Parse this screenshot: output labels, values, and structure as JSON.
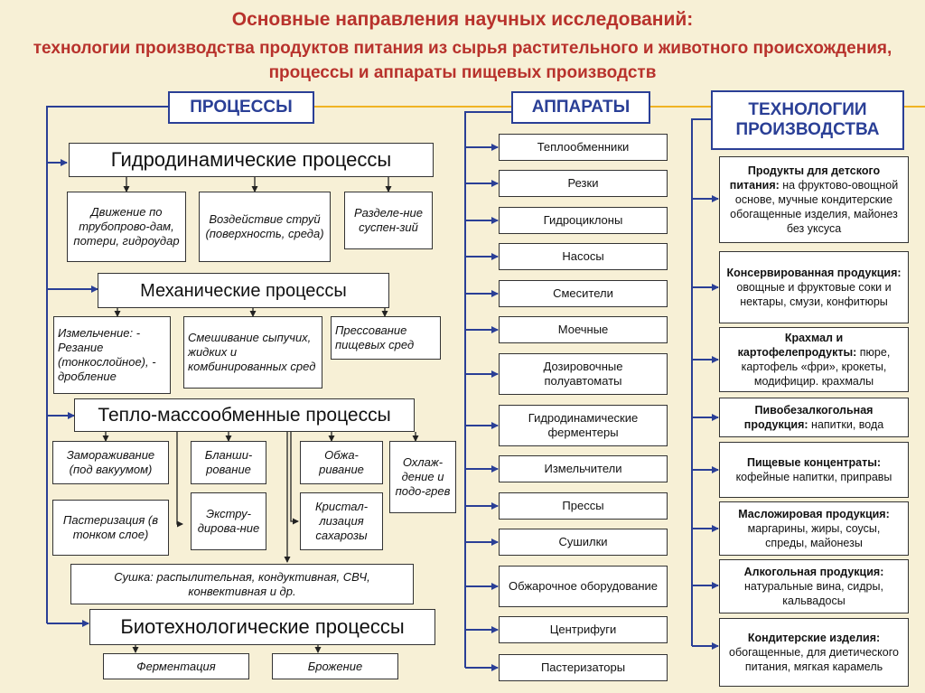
{
  "title": "Основные направления научных исследований:",
  "subtitle": "технологии производства продуктов питания из сырья растительного и животного происхождения, процессы и аппараты пищевых производств",
  "headers": {
    "processes": "ПРОЦЕССЫ",
    "apparatus": "АППАРАТЫ",
    "technologies": "ТЕХНОЛОГИИ ПРОИЗВОДСТВА"
  },
  "processes": {
    "hydro": {
      "title": "Гидродинамические процессы",
      "items": [
        "Движение по трубопрово-дам, потери, гидроудар",
        "Воздействие струй (поверхность, среда)",
        "Разделе-ние суспен-зий"
      ]
    },
    "mech": {
      "title": "Механические процессы",
      "items": [
        "Измельчение: - Резание (тонкослойное), - дробление",
        "Смешивание сыпучих, жидких и комбинированных сред",
        "Прессование пищевых сред"
      ]
    },
    "heat": {
      "title": "Тепло-массообменные процессы",
      "items": [
        "Замораживание (под вакуумом)",
        "Бланши-рование",
        "Обжа-ривание",
        "Охлаж-дение и подо-грев",
        "Пастеризация (в тонком слое)",
        "Экстру-дирова-ние",
        "Кристал-лизация сахарозы"
      ],
      "drying": "Сушка: распылительная, кондуктивная, СВЧ, конвективная и др."
    },
    "bio": {
      "title": "Биотехнологические процессы",
      "items": [
        "Ферментация",
        "Брожение"
      ]
    }
  },
  "apparatus": [
    "Теплообменники",
    "Резки",
    "Гидроциклоны",
    "Насосы",
    "Смесители",
    "Моечные",
    "Дозировочные полуавтоматы",
    "Гидродинамические ферментеры",
    "Измельчители",
    "Прессы",
    "Сушилки",
    "Обжарочное оборудование",
    "Центрифуги",
    "Пастеризаторы"
  ],
  "technologies": [
    {
      "head": "Продукты для детского питания:",
      "text": " на фруктово-овощной основе, мучные кондитерские обогащенные изделия, майонез без уксуса"
    },
    {
      "head": "Консервированная продукция:",
      "text": " овощные и фруктовые соки и нектары, смузи, конфитюры"
    },
    {
      "head": "Крахмал и картофелепродукты:",
      "text": " пюре, картофель «фри», крокеты, модифицир. крахмалы"
    },
    {
      "head": "Пивобезалкогольная продукция:",
      "text": " напитки, вода"
    },
    {
      "head": "Пищевые концентраты:",
      "text": " кофейные напитки, приправы"
    },
    {
      "head": "Масложировая продукция:",
      "text": " маргарины, жиры, соусы, спреды, майонезы"
    },
    {
      "head": "Алкогольная продукция:",
      "text": " натуральные вина, сидры, кальвадосы"
    },
    {
      "head": "Кондитерские изделия:",
      "text": " обогащенные, для диетического питания, мягкая карамель"
    }
  ],
  "colors": {
    "accent": "#2a3f96",
    "title": "#b8322c",
    "connector": "#f0b323"
  }
}
